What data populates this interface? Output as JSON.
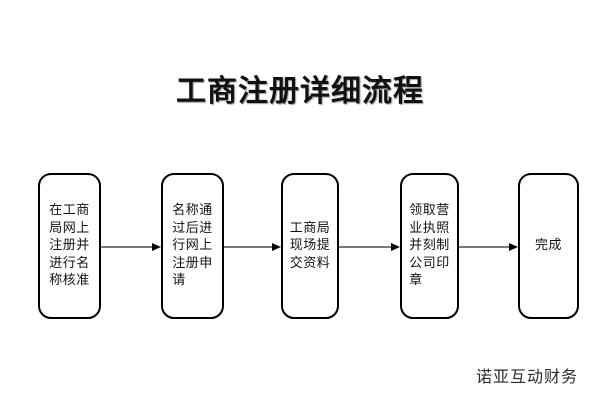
{
  "page": {
    "background_color": "#ffffff",
    "title": "工商注册详细流程"
  },
  "flowchart": {
    "type": "linear-process",
    "node_border_color": "#000000",
    "node_fill_color": "#ffffff",
    "connector_color": "#7a7a7a",
    "arrowhead_color": "#000000",
    "nodes": [
      {
        "id": "node-1",
        "step": 1,
        "text": "在工商\n局网上\n注册并\n进行名\n称核准",
        "plain_text": "在工商局网上注册并进行名称核准",
        "shape": "rounded-rectangle"
      },
      {
        "id": "node-2",
        "step": 2,
        "text": "名称通\n过后进\n行网上\n注册申\n请",
        "plain_text": "名称通过后进行网上注册申请",
        "shape": "rounded-rectangle"
      },
      {
        "id": "node-3",
        "step": 3,
        "text": "工商局\n现场提\n交资料",
        "plain_text": "工商局现场提交资料",
        "shape": "rounded-rectangle"
      },
      {
        "id": "node-4",
        "step": 4,
        "text": "领取营\n业执照\n并刻制\n公司印\n章",
        "plain_text": "领取营业执照并刻制公司印章",
        "shape": "rounded-rectangle"
      },
      {
        "id": "node-5",
        "step": 5,
        "text": "完成",
        "plain_text": "完成",
        "shape": "rounded-rectangle"
      }
    ],
    "connectors": [
      {
        "id": "connector-1",
        "from": "node-1",
        "to": "node-2",
        "direction": "right"
      },
      {
        "id": "connector-2",
        "from": "node-2",
        "to": "node-3",
        "direction": "right"
      },
      {
        "id": "connector-3",
        "from": "node-3",
        "to": "node-4",
        "direction": "right"
      },
      {
        "id": "connector-4",
        "from": "node-4",
        "to": "node-5",
        "direction": "right"
      }
    ]
  },
  "watermark": {
    "text": "诺亚互动财务"
  }
}
